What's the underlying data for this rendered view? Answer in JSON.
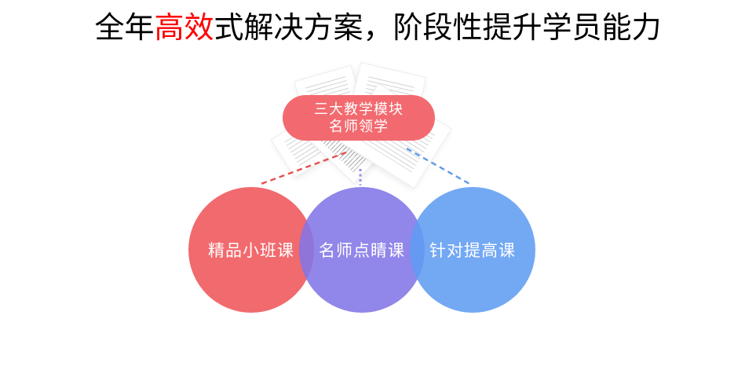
{
  "title": {
    "prefix": "全年",
    "highlight": "高效",
    "suffix": "式解决方案，阶段性提升学员能力",
    "highlight_color": "#fe0000",
    "text_color": "#000000"
  },
  "badge": {
    "line1": "三大教学模块",
    "line2": "名师领学",
    "bg_color": "#f26a6f",
    "text_color": "#ffffff"
  },
  "circles": [
    {
      "position": "left",
      "label": "精品小班课",
      "color": "#f06266"
    },
    {
      "position": "middle",
      "label": "名师点睛课",
      "color": "#8275e6"
    },
    {
      "position": "right",
      "label": "针对提高课",
      "color": "#609cf1"
    }
  ],
  "connectors": [
    {
      "to": "left-circle",
      "line_style": "dashed",
      "color": "#e4504f"
    },
    {
      "to": "middle-circle",
      "line_style": "dotted",
      "color": "#9b8ce8"
    },
    {
      "to": "right-circle",
      "line_style": "dashed",
      "color": "#5f9ae8"
    }
  ],
  "page_bg": "#ffffff"
}
